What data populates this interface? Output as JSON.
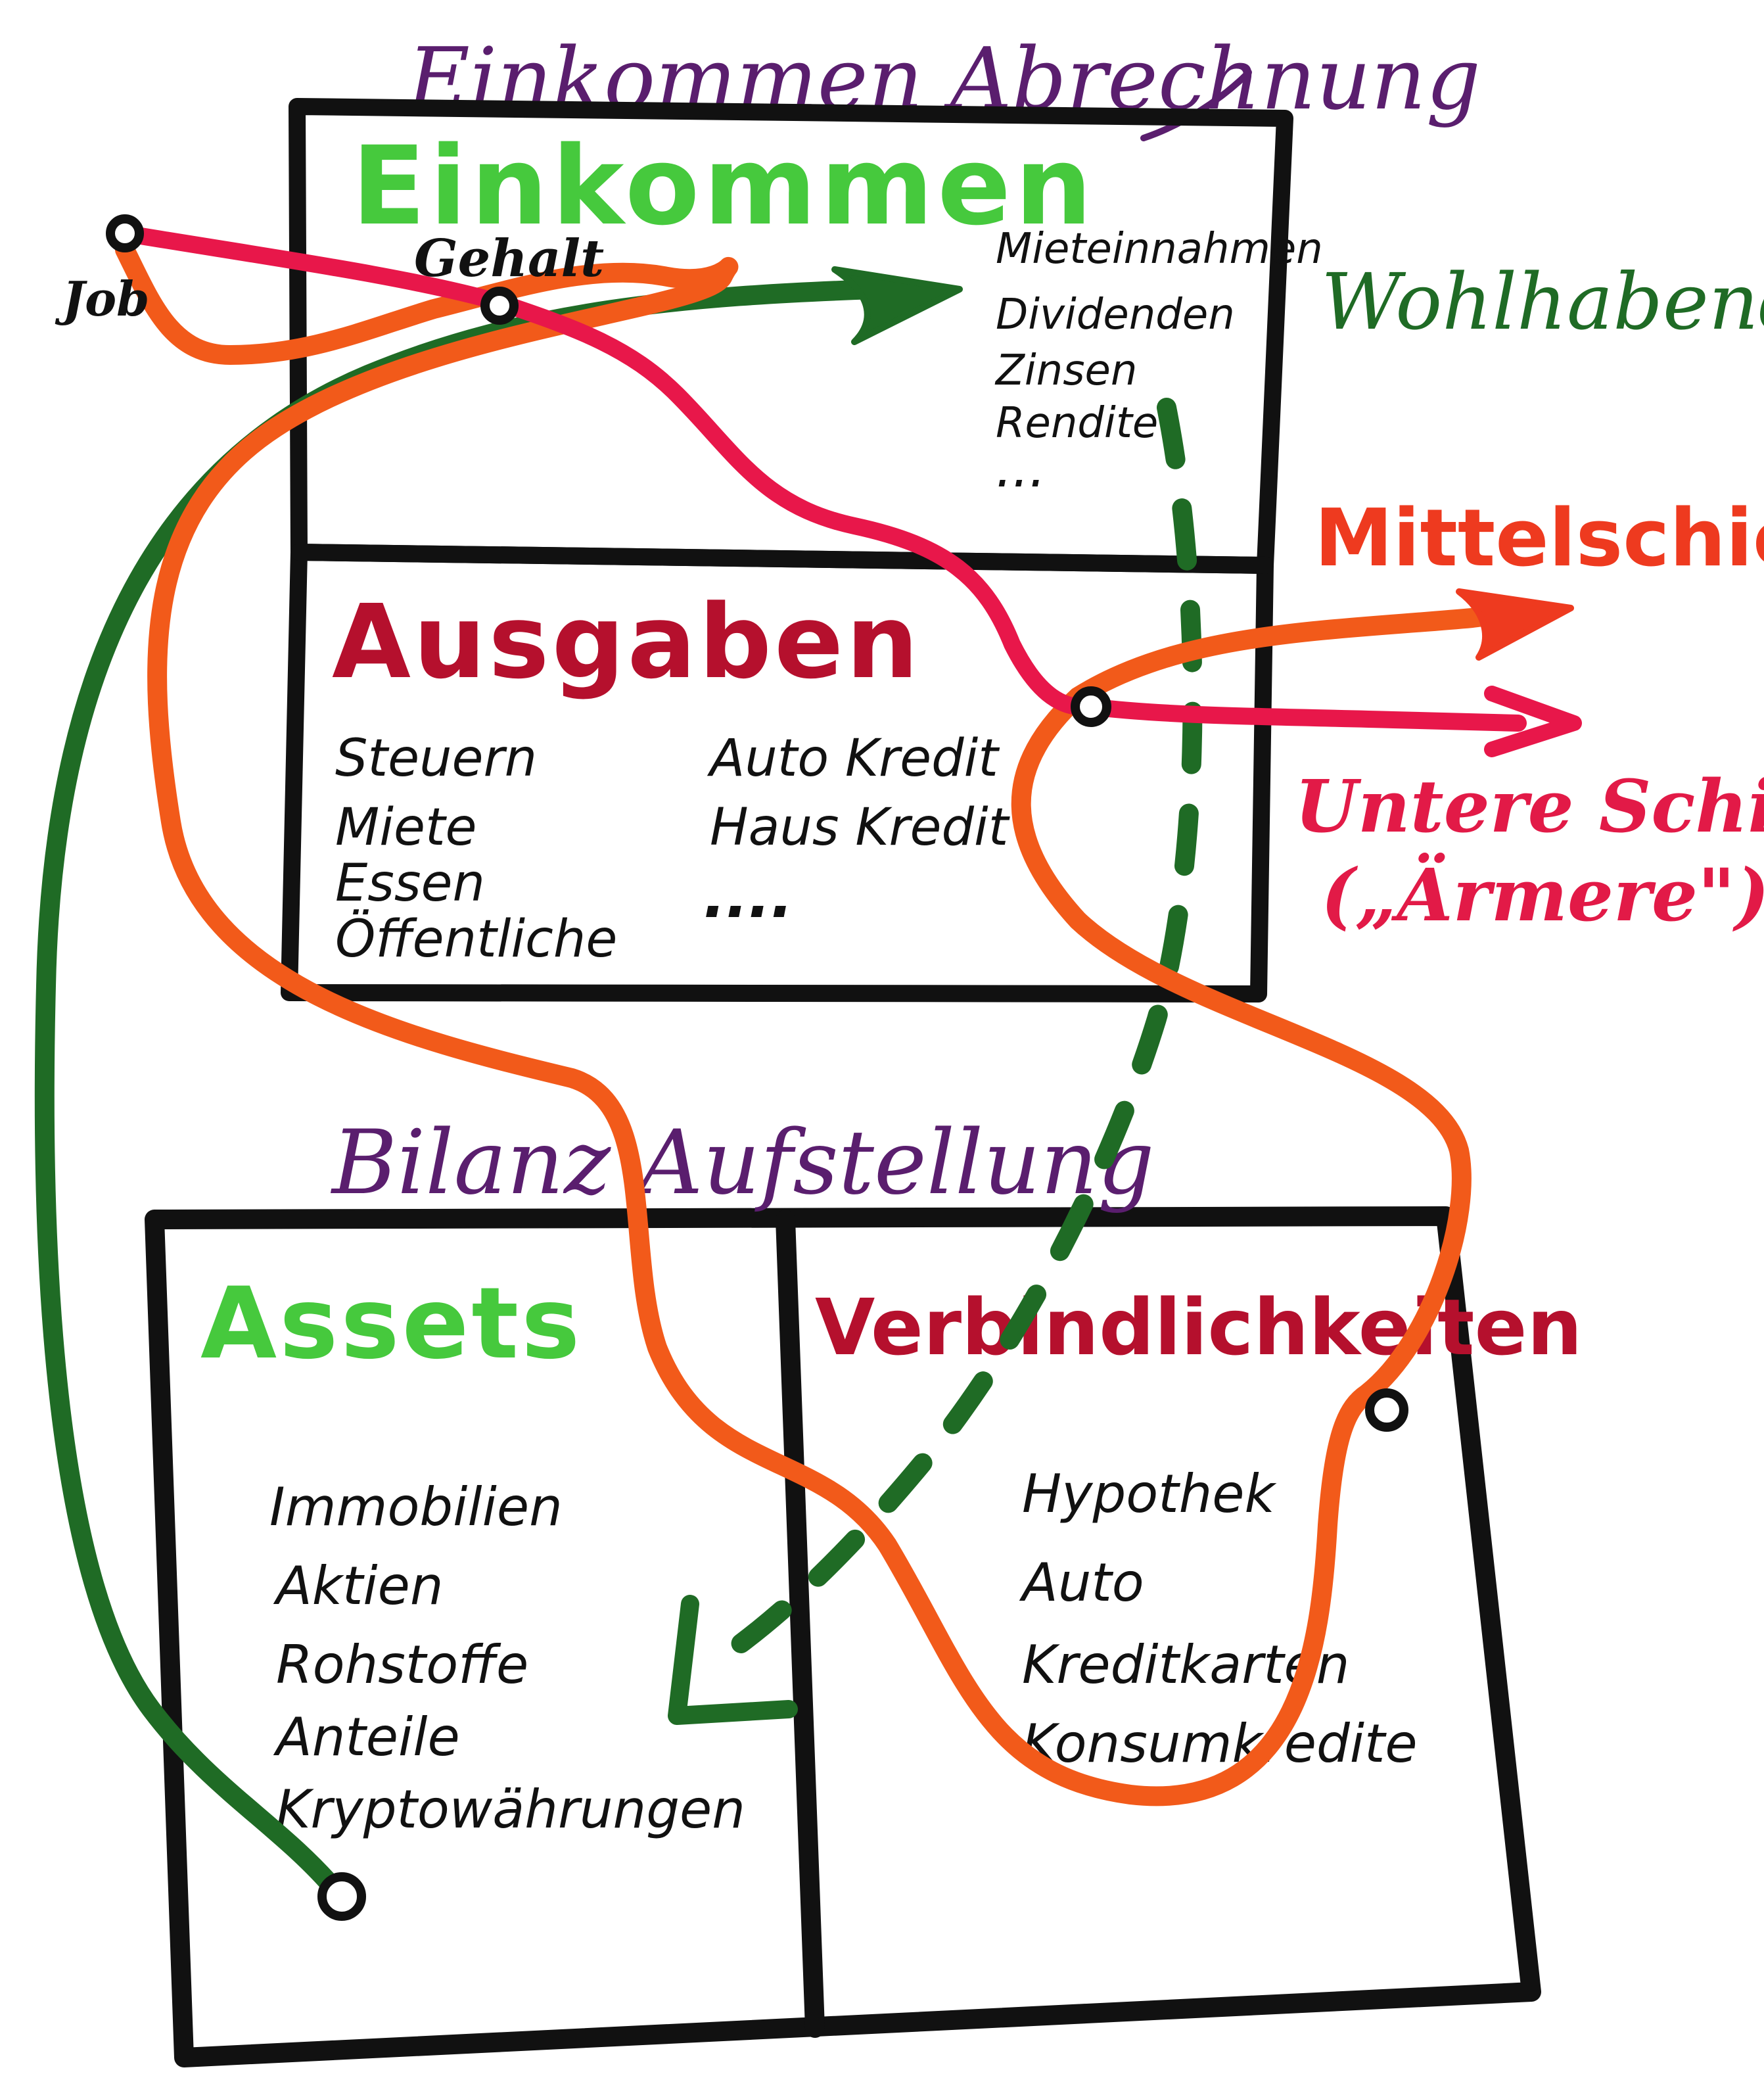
{
  "income_statement": {
    "title": "Einkommen Abrechnung",
    "income": {
      "heading": "Einkommen",
      "items": [
        "Mieteinnahmen",
        "Dividenden",
        "Zinsen",
        "Rendite",
        "..."
      ]
    },
    "expenses": {
      "heading": "Ausgaben",
      "items_left": [
        "Steuern",
        "Miete",
        "Essen",
        "Öffentliche"
      ],
      "items_right": [
        "Auto Kredit",
        "Haus Kredit",
        "...."
      ]
    }
  },
  "balance_sheet": {
    "title": "Bilanz Aufstellung",
    "assets": {
      "heading": "Assets",
      "items": [
        "Immobilien",
        "Aktien",
        "Rohstoffe",
        "Anteile",
        "Kryptowährungen"
      ]
    },
    "liabilities": {
      "heading": "Verbindlichkeiten",
      "items": [
        "Hypothek",
        "Auto",
        "Kreditkarten",
        "Konsumkredite"
      ]
    }
  },
  "nodes": {
    "job": "Job",
    "salary": "Gehalt"
  },
  "classes": {
    "wealthy": "Wohlhabende",
    "middle": "Mittelschicht",
    "lower": "Untere Schicht",
    "lower_note": "(„Ärmere\")"
  },
  "colors": {
    "ink": "#111111",
    "title_purple": "#5a1e6e",
    "income_green": "#46c93d",
    "expense_red": "#b5102d",
    "wealthy_green": "#1f6b25",
    "middle_orange": "#f25a1a",
    "lower_pink": "#e8174a",
    "middle_label": "#ee3a1f",
    "lower_label": "#e21a47"
  }
}
